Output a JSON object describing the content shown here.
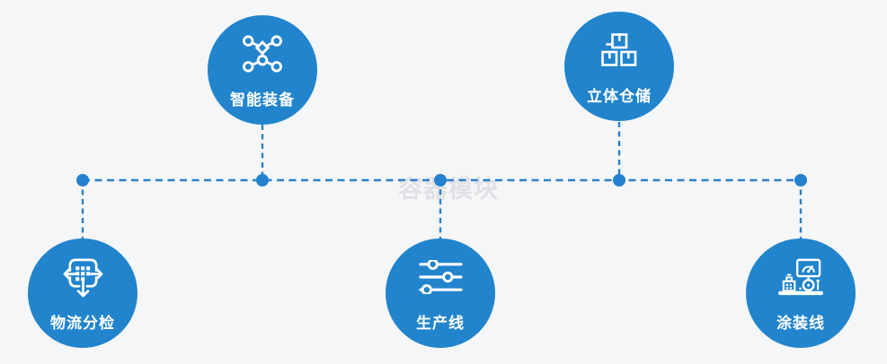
{
  "watermark": "容器模块",
  "colors": {
    "node_fill": "#2184cd",
    "connector_line": "#2c80c9",
    "junction_dot": "#2481cd",
    "background": "#f5f6f7",
    "watermark_text": "#e0e1e4",
    "label_text": "#ffffff"
  },
  "nodes": [
    {
      "id": "smart-equipment",
      "label": "智能装备",
      "icon": "network-nodes-icon",
      "row": "top"
    },
    {
      "id": "warehouse",
      "label": "立体仓储",
      "icon": "stacked-boxes-icon",
      "row": "top"
    },
    {
      "id": "logistics-sorting",
      "label": "物流分检",
      "icon": "sorting-arrows-icon",
      "row": "bottom"
    },
    {
      "id": "production-line",
      "label": "生产线",
      "icon": "sliders-icon",
      "row": "bottom"
    },
    {
      "id": "coating-line",
      "label": "涂装线",
      "icon": "machine-monitor-icon",
      "row": "bottom"
    }
  ]
}
